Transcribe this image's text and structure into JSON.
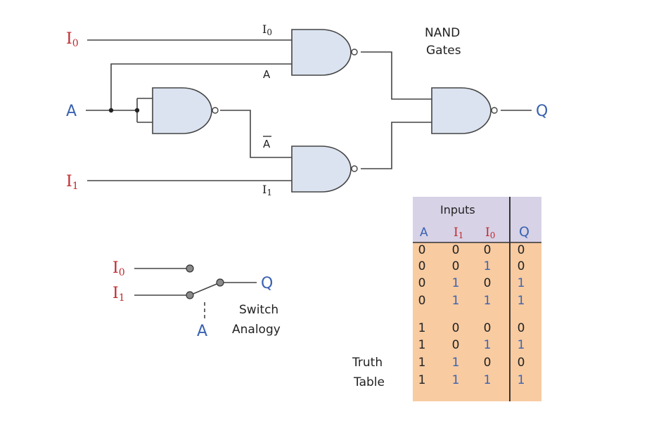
{
  "labels": {
    "gates_title_line1": "NAND",
    "gates_title_line2": "Gates",
    "input_I0": "I",
    "input_I0_sub": "0",
    "input_I1": "I",
    "input_I1_sub": "1",
    "input_A": "A",
    "output_Q": "Q",
    "wire_I0": "I",
    "wire_I0_sub": "0",
    "wire_A": "A",
    "wire_A_bar": "A",
    "wire_I1": "I",
    "wire_I1_sub": "1",
    "switch_caption_line1": "Switch",
    "switch_caption_line2": "Analogy",
    "switch_I0": "I",
    "switch_I0_sub": "0",
    "switch_I1": "I",
    "switch_I1_sub": "1",
    "switch_A": "A",
    "switch_Q": "Q",
    "truth_table_caption_line1": "Truth",
    "truth_table_caption_line2": "Table"
  },
  "truth_table": {
    "group_header": "Inputs",
    "col_A": "A",
    "col_I1": "I",
    "col_I1_sub": "1",
    "col_I0": "I",
    "col_I0_sub": "0",
    "col_Q": "Q",
    "rows": [
      [
        "0",
        "0",
        "0",
        "0"
      ],
      [
        "0",
        "0",
        "1",
        "0"
      ],
      [
        "0",
        "1",
        "0",
        "1"
      ],
      [
        "0",
        "1",
        "1",
        "1"
      ],
      [
        "1",
        "0",
        "0",
        "0"
      ],
      [
        "1",
        "0",
        "1",
        "1"
      ],
      [
        "1",
        "1",
        "0",
        "0"
      ],
      [
        "1",
        "1",
        "1",
        "1"
      ]
    ]
  },
  "colors": {
    "header_bg": "#d7d2e6",
    "body_bg": "#f8cba1",
    "gate_fill": "#dbe3f0",
    "red_text": "#c0282d",
    "blue_text": "#3a62b0"
  }
}
